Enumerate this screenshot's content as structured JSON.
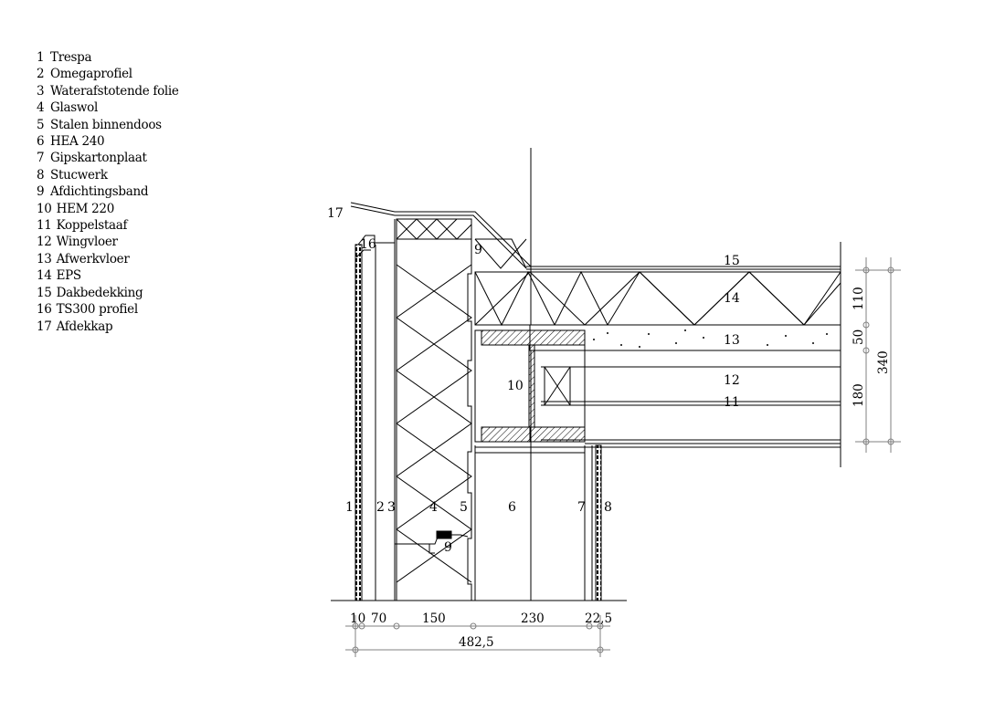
{
  "legend": [
    {
      "num": "1",
      "label": "Trespa"
    },
    {
      "num": "2",
      "label": "Omegaprofiel"
    },
    {
      "num": "3",
      "label": "Waterafstotende folie"
    },
    {
      "num": "4",
      "label": "Glaswol"
    },
    {
      "num": "5",
      "label": "Stalen binnendoos"
    },
    {
      "num": "6",
      "label": "HEA 240"
    },
    {
      "num": "7",
      "label": "Gipskartonplaat"
    },
    {
      "num": "8",
      "label": "Stucwerk"
    },
    {
      "num": "9",
      "label": "Afdichtingsband"
    },
    {
      "num": "10",
      "label": "HEM 220"
    },
    {
      "num": "11",
      "label": "Koppelstaaf"
    },
    {
      "num": "12",
      "label": "Wingvloer"
    },
    {
      "num": "13",
      "label": "Afwerkvloer"
    },
    {
      "num": "14",
      "label": "EPS"
    },
    {
      "num": "15",
      "label": "Dakbedekking"
    },
    {
      "num": "16",
      "label": "TS300 profiel"
    },
    {
      "num": "17",
      "label": "Afdekkap"
    }
  ],
  "callouts": {
    "c1": "1",
    "c2": "2",
    "c3": "3",
    "c4": "4",
    "c5": "5",
    "c6": "6",
    "c7": "7",
    "c8": "8",
    "c9a": "9",
    "c9b": "9",
    "c10": "10",
    "c11": "11",
    "c12": "12",
    "c13": "13",
    "c14": "14",
    "c15": "15",
    "c16": "16",
    "c17": "17"
  },
  "dimensions": {
    "bottom": [
      "10",
      "70",
      "150",
      "230",
      "22,5"
    ],
    "total": "482,5",
    "right": [
      "110",
      "50",
      "180"
    ],
    "right_total": "340"
  },
  "colors": {
    "line": "#000000",
    "dim_line": "#808080",
    "background": "#ffffff"
  }
}
